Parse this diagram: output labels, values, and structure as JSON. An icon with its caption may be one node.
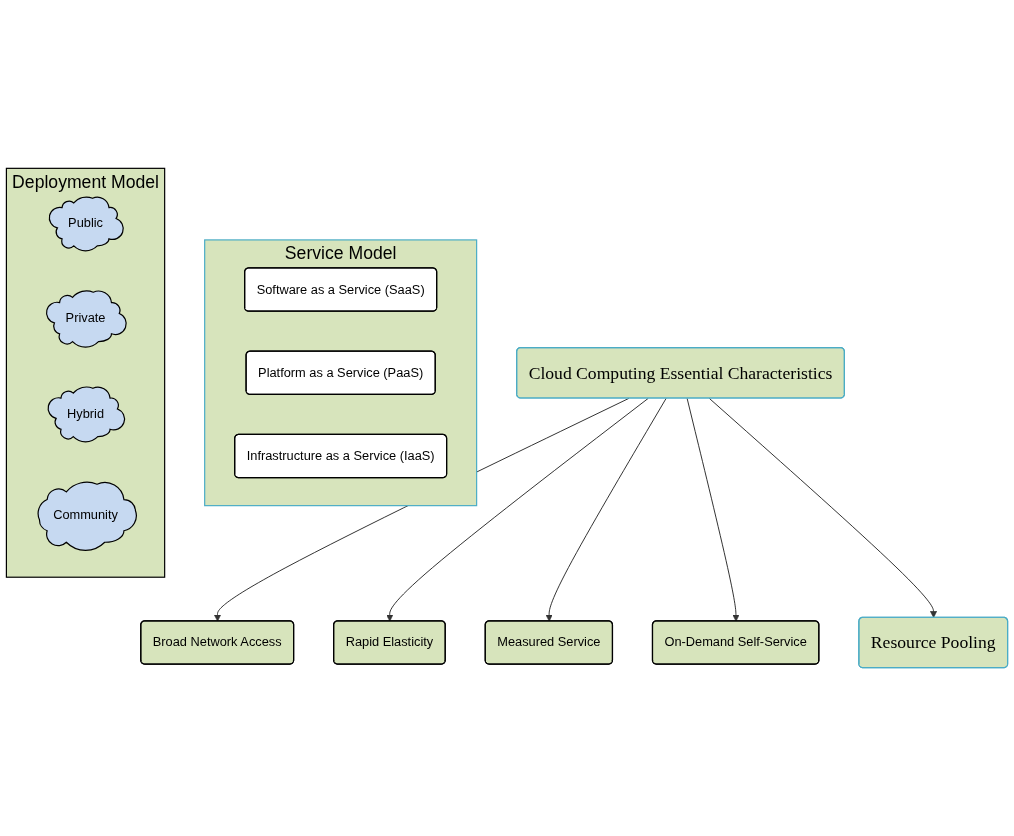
{
  "diagram": {
    "nodes": [
      {
        "text": [
          "Cloud Computing Essential Characteristics"
        ]
      },
      {
        "text": [
          "Broad Network Access"
        ]
      },
      {
        "text": [
          "Rapid Elasticity"
        ]
      },
      {
        "text": [
          "Measured Service"
        ]
      },
      {
        "text": [
          "On-Demand Self-Service"
        ]
      },
      {
        "text": [
          "Resource Pooling"
        ]
      },
      {
        "text": [
          "Service Model"
        ]
      },
      {
        "text": [
          "Software as a Service (SaaS)"
        ],
        "in": 6
      },
      {
        "text": [
          "Platform as a Service (PaaS)"
        ],
        "in": 6
      },
      {
        "text": [
          "Infrastructure as a Service (IaaS)"
        ],
        "in": 6
      },
      {
        "text": [
          "Deployment Model"
        ]
      },
      {
        "text": [
          "Public"
        ],
        "in": 10
      },
      {
        "text": [
          "Private"
        ],
        "in": 10
      },
      {
        "text": [
          "Hybrid"
        ],
        "in": 10
      },
      {
        "text": [
          "Community"
        ],
        "in": 10
      }
    ],
    "edges": [
      {
        "from": 0,
        "to": 1,
        "arrow": "to"
      },
      {
        "from": 0,
        "to": 2,
        "arrow": "to"
      },
      {
        "from": 0,
        "to": 3,
        "arrow": "to"
      },
      {
        "from": 0,
        "to": 4,
        "arrow": "to"
      },
      {
        "from": 0,
        "to": 5,
        "arrow": "to"
      }
    ]
  }
}
